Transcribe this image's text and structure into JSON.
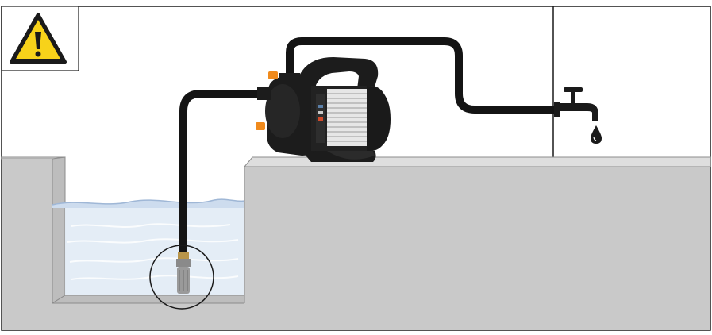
{
  "diagram": {
    "warning_icon": "warning-triangle-icon",
    "colors": {
      "frame": "#1a1a1a",
      "ground": "#c9c9c9",
      "ground_edge": "#8c8c8c",
      "water": "#e3ecf6",
      "water_wave": "#9fb7d6",
      "hose": "#141414",
      "pump_body": "#1c1c1c",
      "motor_fins": "#e6e6e6",
      "orange_cap": "#f08a1c",
      "warning_yellow": "#f7d21a",
      "strainer": "#9a9a9a"
    },
    "components": [
      {
        "name": "garden-pump-icon"
      },
      {
        "name": "suction-hose"
      },
      {
        "name": "pressure-hose"
      },
      {
        "name": "water-tap-icon"
      },
      {
        "name": "water-drop-icon"
      },
      {
        "name": "suction-strainer-icon"
      },
      {
        "name": "highlight-circle"
      }
    ]
  }
}
